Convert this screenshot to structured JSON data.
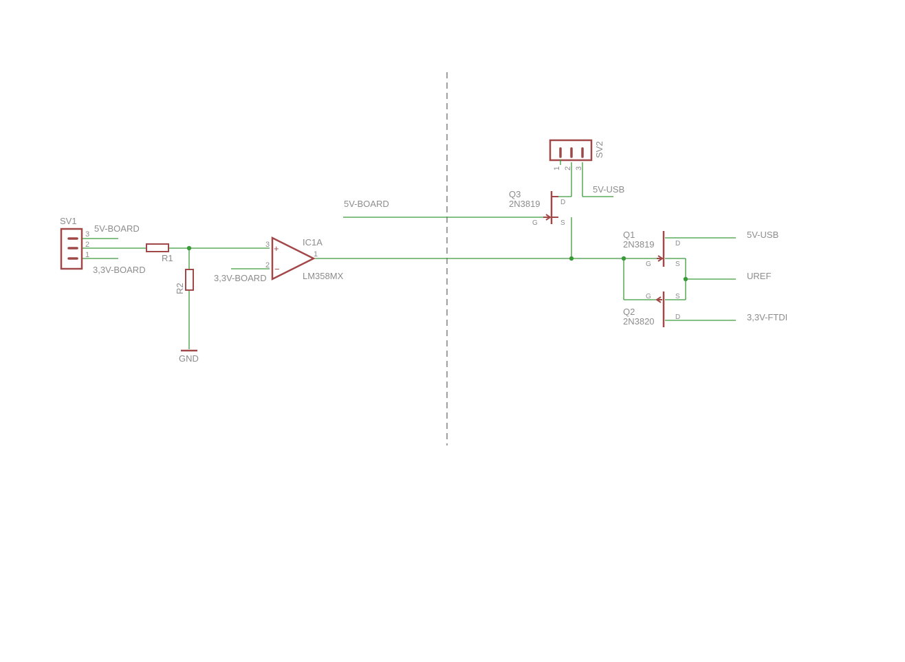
{
  "colors": {
    "wire": "#3a9a3a",
    "symbol": "#a04848",
    "text": "#8c8c8c",
    "divider": "#a0a0a0",
    "background": "#ffffff"
  },
  "sv1": {
    "name": "SV1",
    "pins": [
      "3",
      "2",
      "1"
    ],
    "net_top": "5V-BOARD",
    "net_bottom": "3,3V-BOARD"
  },
  "r1": {
    "name": "R1"
  },
  "r2": {
    "name": "R2"
  },
  "gnd": {
    "label": "GND"
  },
  "ic1a": {
    "name": "IC1A",
    "value": "LM358MX",
    "pin_plus": "3",
    "pin_minus": "2",
    "pin_out": "1",
    "plus_sign": "+",
    "minus_sign": "−",
    "minus_net": "3,3V-BOARD"
  },
  "net_5v_board": {
    "label": "5V-BOARD"
  },
  "sv2": {
    "name": "SV2",
    "pins": [
      "1",
      "2",
      "3"
    ],
    "net": "5V-USB"
  },
  "q3": {
    "name": "Q3",
    "value": "2N3819",
    "pin_d": "D",
    "pin_g": "G",
    "pin_s": "S"
  },
  "q1": {
    "name": "Q1",
    "value": "2N3819",
    "pin_d": "D",
    "pin_g": "G",
    "pin_s": "S",
    "net_d": "5V-USB"
  },
  "q2": {
    "name": "Q2",
    "value": "2N3820",
    "pin_d": "D",
    "pin_g": "G",
    "pin_s": "S",
    "net_d": "3,3V-FTDI"
  },
  "uref": {
    "label": "UREF"
  }
}
